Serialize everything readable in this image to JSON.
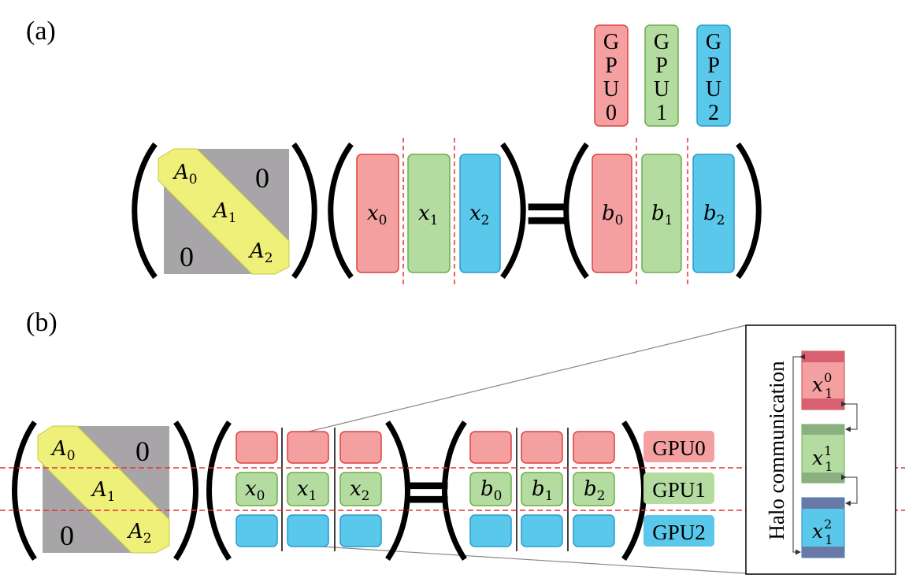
{
  "panel_a": {
    "label": "(a)",
    "gpu_headers": [
      {
        "name": "GPU0",
        "letters": [
          "G",
          "P",
          "U",
          "0"
        ],
        "fill": "#f4a0a0",
        "stroke": "#e04040"
      },
      {
        "name": "GPU1",
        "letters": [
          "G",
          "P",
          "U",
          "1"
        ],
        "fill": "#b5dca0",
        "stroke": "#6aae4a"
      },
      {
        "name": "GPU2",
        "letters": [
          "G",
          "P",
          "U",
          "2"
        ],
        "fill": "#5ac8ea",
        "stroke": "#2a9ad0"
      }
    ],
    "matrix": {
      "diag": [
        "A",
        "A",
        "A"
      ],
      "diag_sub": [
        "0",
        "1",
        "2"
      ],
      "upper_zero": "0",
      "lower_zero": "0"
    },
    "x_vector": {
      "base": "x",
      "subs": [
        "0",
        "1",
        "2"
      ]
    },
    "b_vector": {
      "base": "b",
      "subs": [
        "0",
        "1",
        "2"
      ]
    },
    "equals": "="
  },
  "panel_b": {
    "label": "(b)",
    "matrix": {
      "diag": [
        "A",
        "A",
        "A"
      ],
      "diag_sub": [
        "0",
        "1",
        "2"
      ],
      "upper_zero": "0",
      "lower_zero": "0"
    },
    "x_vector": {
      "base": "x",
      "subs": [
        "0",
        "1",
        "2"
      ]
    },
    "b_vector": {
      "base": "b",
      "subs": [
        "0",
        "1",
        "2"
      ]
    },
    "equals": "=",
    "gpu_labels": [
      "GPU0",
      "GPU1",
      "GPU2"
    ],
    "halo": {
      "title": "Halo communication",
      "blocks": [
        {
          "base": "x",
          "sub": "1",
          "sup": "0"
        },
        {
          "base": "x",
          "sub": "1",
          "sup": "1"
        },
        {
          "base": "x",
          "sub": "1",
          "sup": "2"
        }
      ]
    }
  },
  "colors": {
    "red_fill": "#f4a0a0",
    "red_stroke": "#e04040",
    "green_fill": "#b5dca0",
    "green_stroke": "#6aae4a",
    "blue_fill": "#5ac8ea",
    "blue_stroke": "#2a9ad0",
    "gray": "#a8a5a8",
    "yellow": "#eef07a",
    "yellow_stroke": "#c8c840",
    "dash": "#e83030"
  }
}
